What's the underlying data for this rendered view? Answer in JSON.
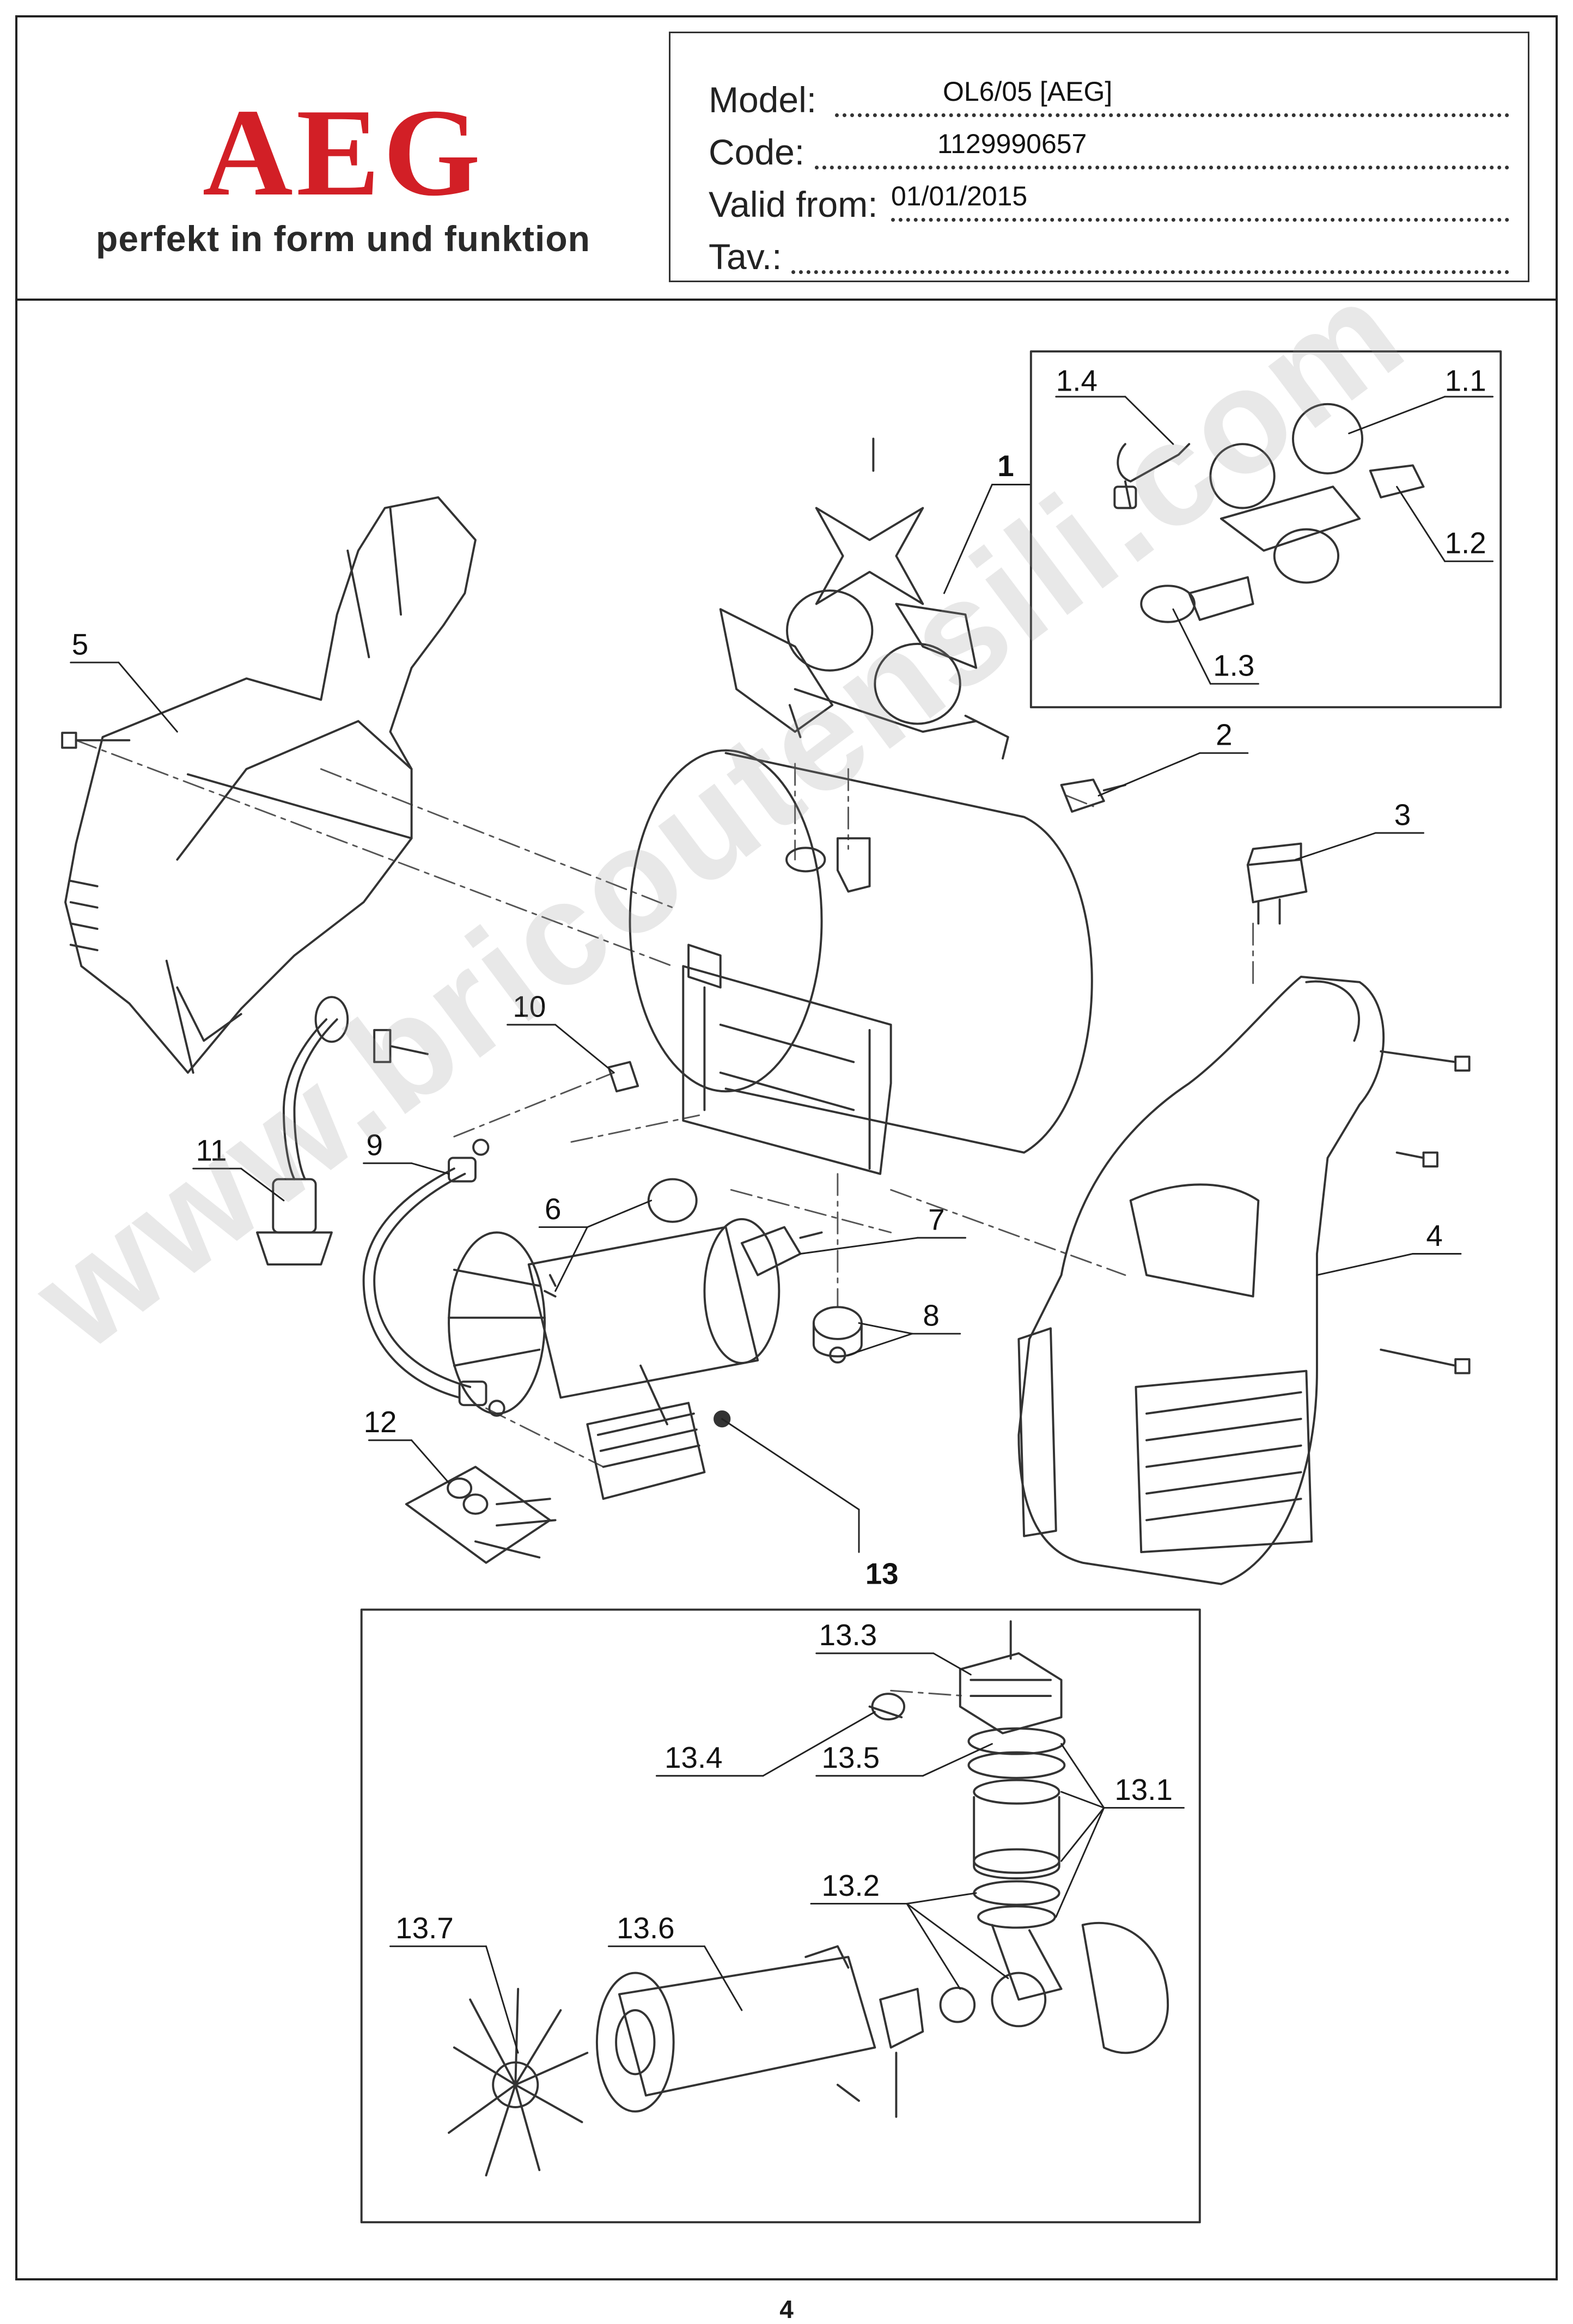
{
  "logo": {
    "brand": "AEG",
    "slogan": "perfekt in form und funktion"
  },
  "info": {
    "model": {
      "label": "Model:",
      "value": "OL6/05 [AEG]"
    },
    "code": {
      "label": "Code:",
      "value": "1129990657"
    },
    "valid_from": {
      "label": "Valid from:",
      "value": "01/01/2015"
    },
    "tav": {
      "label": "Tav.:",
      "value": ""
    }
  },
  "parts": {
    "p1": "1",
    "p1_1": "1.1",
    "p1_2": "1.2",
    "p1_3": "1.3",
    "p1_4": "1.4",
    "p2": "2",
    "p3": "3",
    "p4": "4",
    "p5": "5",
    "p6": "6",
    "p7": "7",
    "p8": "8",
    "p9": "9",
    "p10": "10",
    "p11": "11",
    "p12": "12",
    "p13": "13",
    "p13_1": "13.1",
    "p13_2": "13.2",
    "p13_3": "13.3",
    "p13_4": "13.4",
    "p13_5": "13.5",
    "p13_6": "13.6",
    "p13_7": "13.7"
  },
  "watermark": "www.bricoutensili.com",
  "page_number": "4"
}
